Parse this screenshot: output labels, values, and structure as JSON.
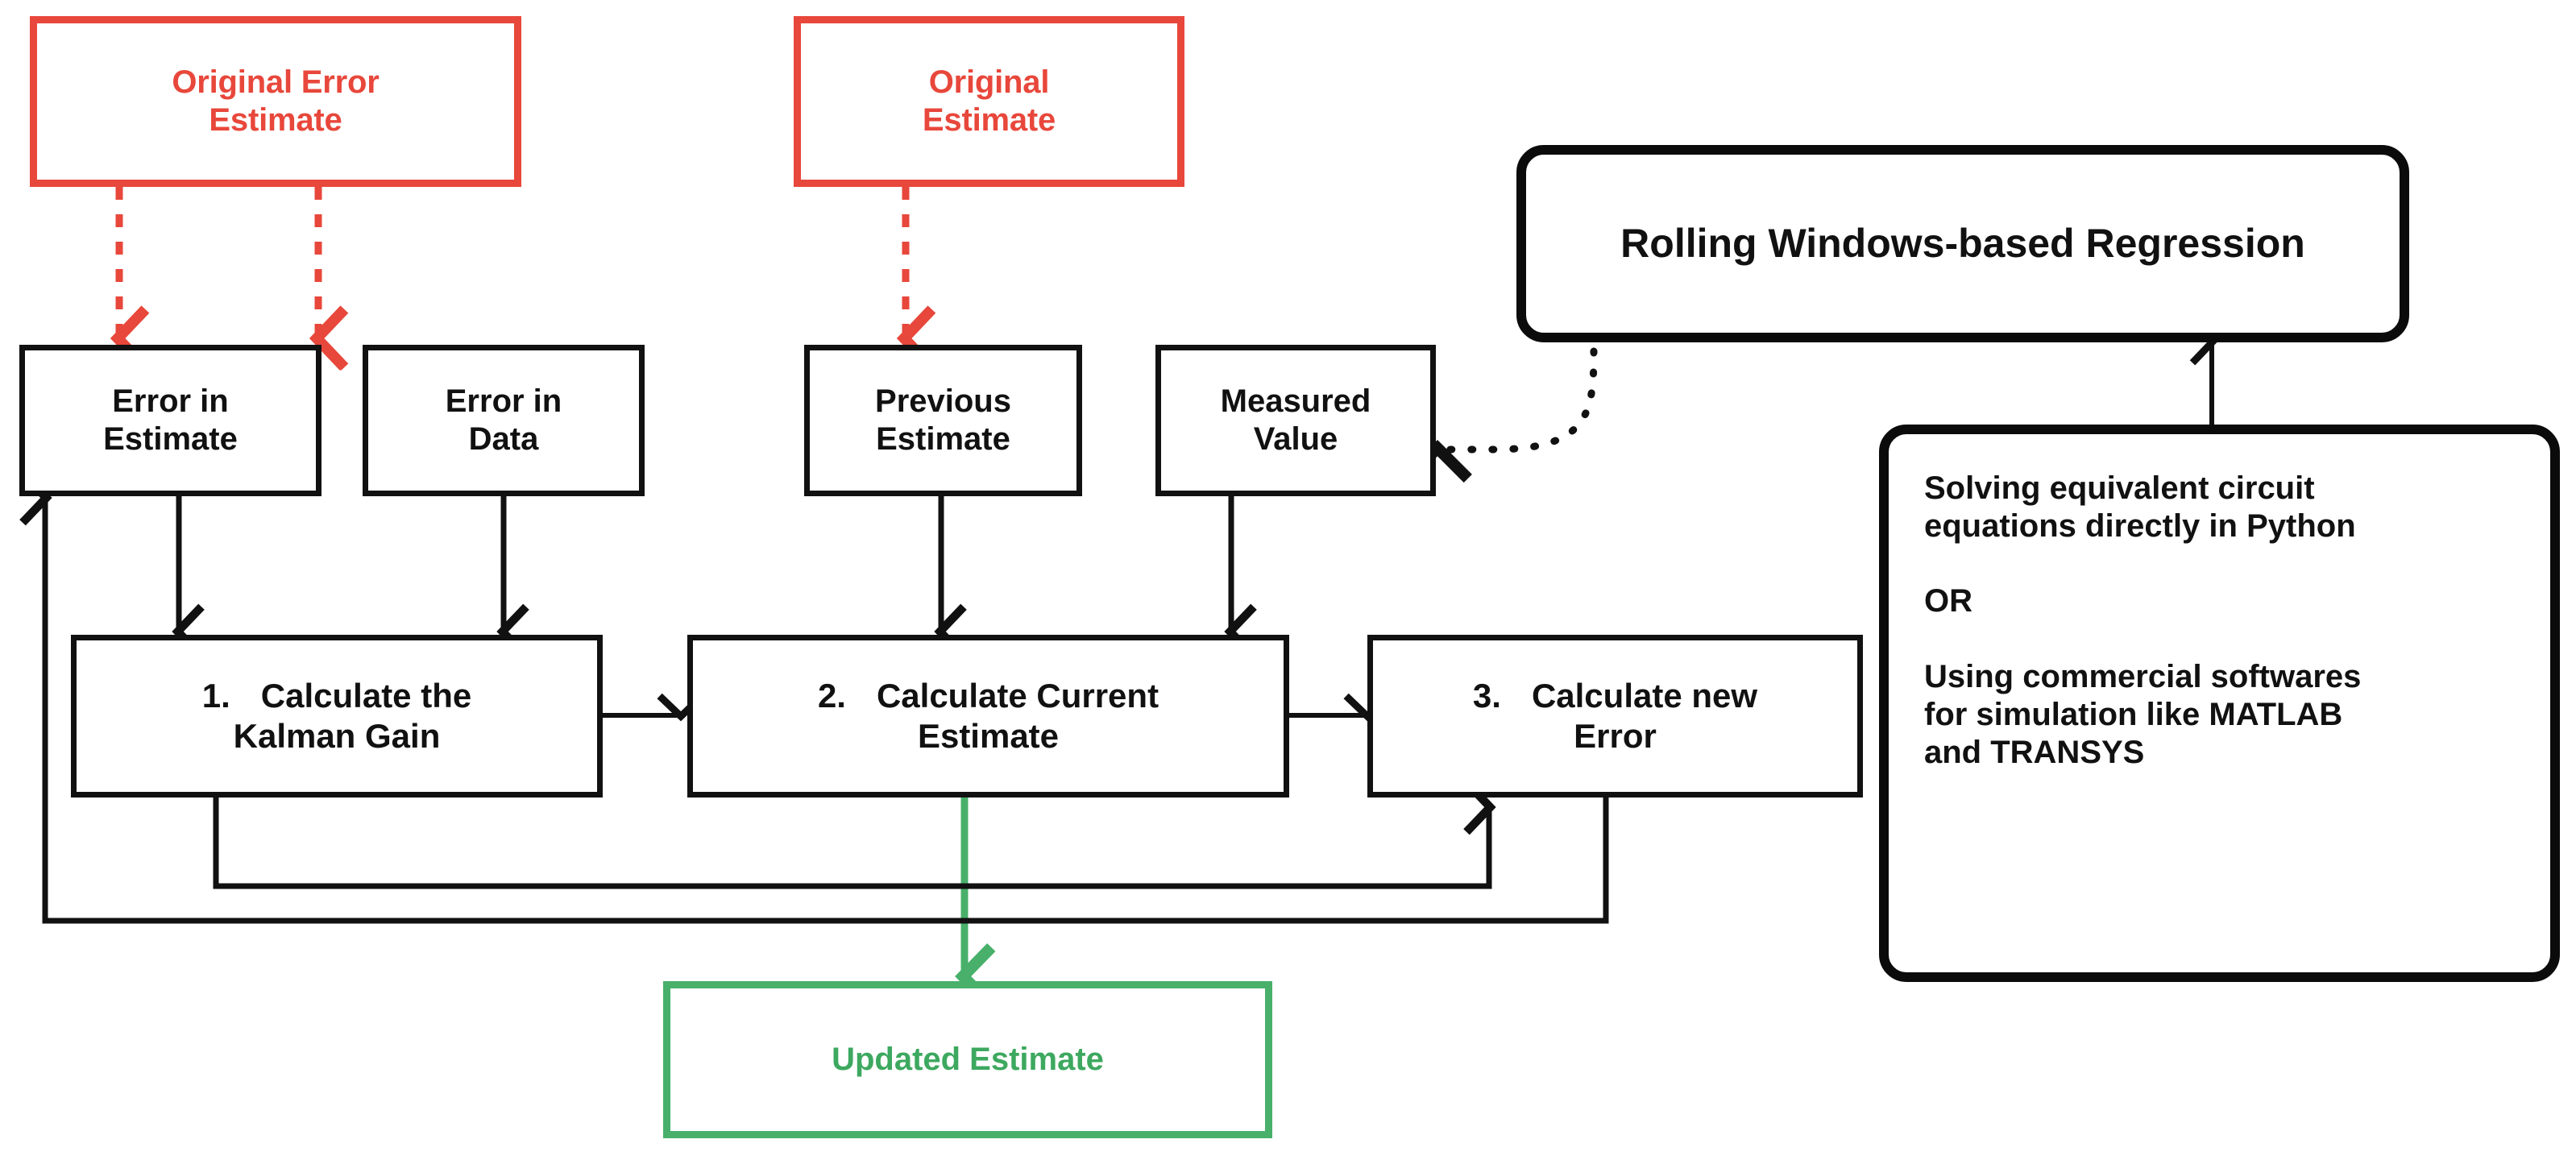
{
  "diagram": {
    "title_semantics": "Kalman filter loop with rolling-windows regression side path",
    "colors": {
      "red": "#e8473b",
      "green": "#48b06b",
      "black": "#111111",
      "background": "#ffffff"
    }
  },
  "nodes": {
    "original_error_estimate": {
      "label": "Original Error Estimate",
      "line1": "Original Error",
      "line2": "Estimate",
      "style": "red-outline"
    },
    "original_estimate": {
      "label": "Original Estimate",
      "line1": "Original",
      "line2": "Estimate",
      "style": "red-outline"
    },
    "error_in_estimate": {
      "label": "Error in Estimate",
      "line1": "Error in",
      "line2": "Estimate",
      "style": "black-outline"
    },
    "error_in_data": {
      "label": "Error in Data",
      "line1": "Error in",
      "line2": "Data",
      "style": "black-outline"
    },
    "previous_estimate": {
      "label": "Previous Estimate",
      "line1": "Previous",
      "line2": "Estimate",
      "style": "black-outline"
    },
    "measured_value": {
      "label": "Measured Value",
      "line1": "Measured",
      "line2": "Value",
      "style": "black-outline"
    },
    "step1": {
      "number": "1.",
      "line1": "Calculate the",
      "line2": "Kalman Gain",
      "label": "1. Calculate the Kalman Gain"
    },
    "step2": {
      "number": "2.",
      "line1": "Calculate Current",
      "line2": "Estimate",
      "label": "2. Calculate Current Estimate"
    },
    "step3": {
      "number": "3.",
      "line1": "Calculate new",
      "line2": "Error",
      "label": "3. Calculate new Error"
    },
    "updated_estimate": {
      "label": "Updated Estimate",
      "style": "green-outline"
    },
    "rolling_regression": {
      "label": "Rolling Windows-based Regression",
      "style": "rounded-black"
    },
    "methods_note": {
      "line1": "Solving equivalent circuit",
      "line2": "equations directly in Python",
      "or": "OR",
      "line3": "Using commercial softwares",
      "line4": "for simulation like MATLAB",
      "line5": "and TRANSYS",
      "style": "rounded-black"
    }
  },
  "edges": [
    {
      "from": "original_error_estimate",
      "to": "error_in_estimate",
      "style": "dashed",
      "color": "#e8473b"
    },
    {
      "from": "original_error_estimate",
      "to": "error_in_data",
      "style": "dashed",
      "color": "#e8473b"
    },
    {
      "from": "original_estimate",
      "to": "previous_estimate",
      "style": "dashed",
      "color": "#e8473b"
    },
    {
      "from": "error_in_estimate",
      "to": "step1",
      "style": "solid",
      "color": "#111111"
    },
    {
      "from": "error_in_data",
      "to": "step1",
      "style": "solid",
      "color": "#111111"
    },
    {
      "from": "previous_estimate",
      "to": "step2",
      "style": "solid",
      "color": "#111111"
    },
    {
      "from": "measured_value",
      "to": "step2",
      "style": "solid",
      "color": "#111111"
    },
    {
      "from": "step1",
      "to": "step2",
      "style": "solid",
      "color": "#111111"
    },
    {
      "from": "step2",
      "to": "step3",
      "style": "solid",
      "color": "#111111"
    },
    {
      "from": "step2",
      "to": "updated_estimate",
      "style": "solid",
      "color": "#48b06b"
    },
    {
      "from": "step1",
      "to": "step3",
      "style": "solid-feedback",
      "color": "#111111"
    },
    {
      "from": "step3",
      "to": "error_in_estimate",
      "style": "solid-feedback",
      "color": "#111111"
    },
    {
      "from": "rolling_regression",
      "to": "measured_value",
      "style": "dotted-curve",
      "color": "#111111"
    },
    {
      "from": "methods_note",
      "to": "rolling_regression",
      "style": "solid",
      "color": "#111111"
    }
  ]
}
